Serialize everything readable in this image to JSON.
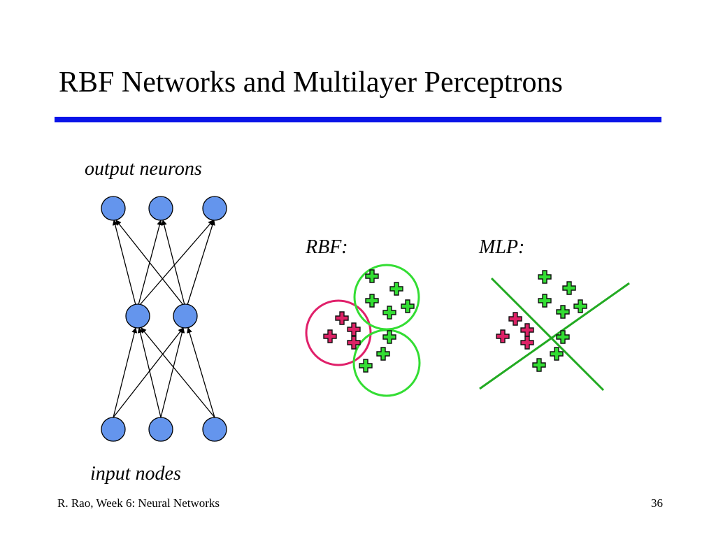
{
  "slide": {
    "title": "RBF Networks and Multilayer Perceptrons",
    "accent_color": "#0a14e8"
  },
  "network": {
    "output_label": "output neurons",
    "input_label": "input nodes",
    "node_color": "#6495ed",
    "layers": [
      {
        "name": "output",
        "count": 3
      },
      {
        "name": "hidden",
        "count": 2
      },
      {
        "name": "input",
        "count": 3
      }
    ]
  },
  "rbf": {
    "label": "RBF:",
    "positive_color": "#33dd33",
    "negative_color": "#dd2266"
  },
  "mlp": {
    "label": "MLP:",
    "line_color": "#22aa22"
  },
  "footer": {
    "course": "R. Rao, Week 6: Neural Networks",
    "page_number": "36"
  }
}
